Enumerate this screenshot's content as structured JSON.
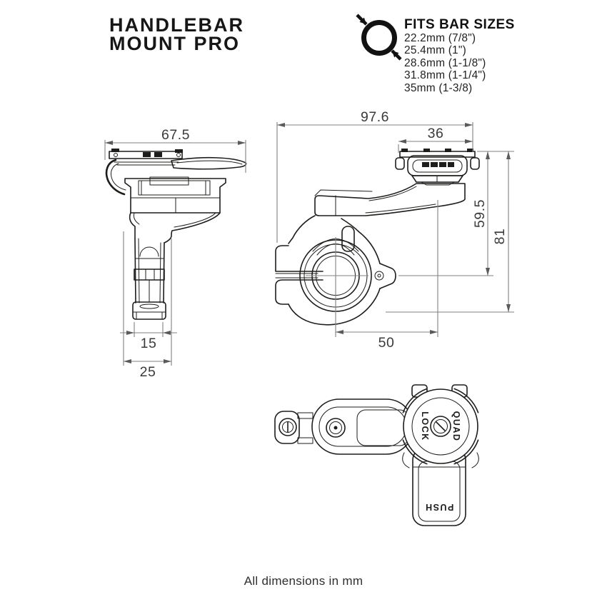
{
  "title": {
    "line1": "HANDLEBAR",
    "line2": "MOUNT PRO"
  },
  "bar_sizes": {
    "heading": "FITS BAR SIZES",
    "items": [
      "22.2mm (7/8\")",
      "25.4mm (1\")",
      "28.6mm (1-1/8\")",
      "31.8mm (1-1/4\")",
      "35mm (1-3/8)"
    ]
  },
  "views": {
    "side": {
      "dims": {
        "overall_width": "67.5",
        "foot_width": "15",
        "base_width": "25"
      }
    },
    "front": {
      "dims": {
        "overall_width": "97.6",
        "head_width": "36",
        "head_to_bar_center": "59.5",
        "overall_height": "81",
        "horizontal_offset": "50"
      }
    },
    "top": {
      "labels": {
        "left_dial": "LOCK",
        "right_dial": "QUAD",
        "lever": "PUSH"
      }
    }
  },
  "footer": {
    "note": "All dimensions in mm"
  },
  "icon": {
    "name": "bar-diameter-icon"
  },
  "colors": {
    "ink": "#1d1d1b",
    "dim_line": "#828282",
    "dim_text": "#3a3a3a",
    "text": "#161616",
    "background": "#ffffff"
  }
}
